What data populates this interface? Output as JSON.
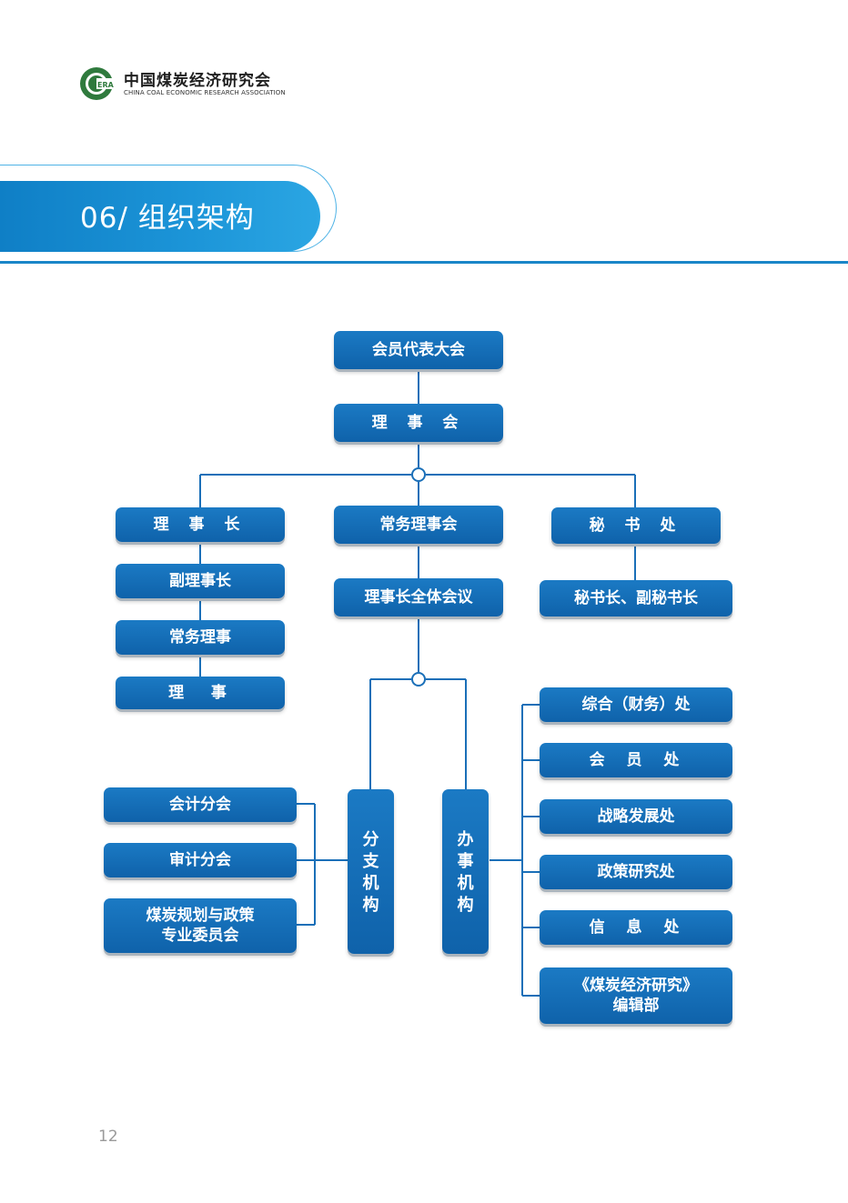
{
  "header": {
    "logo_cn": "中国煤炭经济研究会",
    "logo_en": "CHINA COAL ECONOMIC RESEARCH ASSOCIATION",
    "logo_mark": "ERA"
  },
  "section": {
    "title": "06/ 组织架构"
  },
  "org": {
    "general_assembly": "会员代表大会",
    "council": "理 事 会",
    "chairman": "理 事 长",
    "standing_council": "常务理事会",
    "secretariat": "秘 书 处",
    "vice_chairman": "副理事长",
    "standing_director": "常务理事",
    "director": "理  事",
    "chairman_meeting": "理事长全体会议",
    "secretary_general": "秘书长、副秘书长",
    "branches": "分\n支\n机\n构",
    "offices": "办\n事\n机\n构",
    "branch_items": [
      "会计分会",
      "审计分会",
      "煤炭规划与政策\n专业委员会"
    ],
    "office_items": [
      "综合（财务）处",
      "会  员  处",
      "战略发展处",
      "政策研究处",
      "信  息  处",
      "《煤炭经济研究》\n编辑部"
    ]
  },
  "colors": {
    "box": "#1268b0",
    "line": "#1a6fb8",
    "banner": "#1c95d8"
  },
  "page": {
    "number": "12"
  }
}
